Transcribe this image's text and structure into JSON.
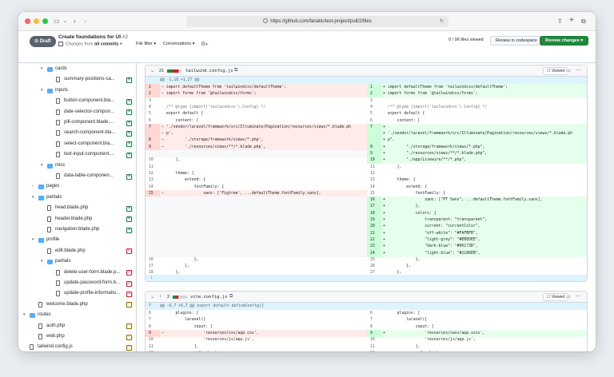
{
  "browser": {
    "url": "https://github.com/fanatic/test-project/pull/2/files"
  },
  "pr": {
    "draft_label": "Draft",
    "title": "Create foundations for UI",
    "number": "#2",
    "changes_prefix": "Changes from",
    "changes_value": "all commits",
    "file_filter": "File filter",
    "conversations": "Conversations",
    "files_viewed": "0 / 96 files viewed",
    "review_codespace": "Review in codespace",
    "review_changes": "Review changes"
  },
  "tree": [
    {
      "name": "cards",
      "type": "folder",
      "indent": 2,
      "expanded": true
    },
    {
      "name": "summary-positions-ca...",
      "type": "file",
      "indent": 3,
      "badge": "add"
    },
    {
      "name": "inputs",
      "type": "folder",
      "indent": 2,
      "expanded": true
    },
    {
      "name": "button-component.bla...",
      "type": "file",
      "indent": 3,
      "badge": "add"
    },
    {
      "name": "date-selector-compon...",
      "type": "file",
      "indent": 3,
      "badge": "add"
    },
    {
      "name": "pill-component.blade....",
      "type": "file",
      "indent": 3,
      "badge": "add"
    },
    {
      "name": "search-component.bla...",
      "type": "file",
      "indent": 3,
      "badge": "add"
    },
    {
      "name": "select-component.bla...",
      "type": "file",
      "indent": 3,
      "badge": "add"
    },
    {
      "name": "text-input-component....",
      "type": "file",
      "indent": 3,
      "badge": "add"
    },
    {
      "name": "misc",
      "type": "folder",
      "indent": 2,
      "expanded": true
    },
    {
      "name": "data-table-componen...",
      "type": "file",
      "indent": 3,
      "badge": "add"
    },
    {
      "name": "pages",
      "type": "folder",
      "indent": 1,
      "expanded": false
    },
    {
      "name": "partials",
      "type": "folder",
      "indent": 1,
      "expanded": true
    },
    {
      "name": "head.blade.php",
      "type": "file",
      "indent": 2,
      "badge": "add"
    },
    {
      "name": "header.blade.php",
      "type": "file",
      "indent": 2,
      "badge": "add"
    },
    {
      "name": "navigation.blade.php",
      "type": "file",
      "indent": 2,
      "badge": "add"
    },
    {
      "name": "profile",
      "type": "folder",
      "indent": 1,
      "expanded": true
    },
    {
      "name": "edit.blade.php",
      "type": "file",
      "indent": 2,
      "badge": "del"
    },
    {
      "name": "partials",
      "type": "folder",
      "indent": 2,
      "expanded": true
    },
    {
      "name": "delete-user-form.blade.p...",
      "type": "file",
      "indent": 3,
      "badge": "del"
    },
    {
      "name": "update-password-form.b...",
      "type": "file",
      "indent": 3,
      "badge": "del"
    },
    {
      "name": "update-profile-informatio...",
      "type": "file",
      "indent": 3,
      "badge": "del"
    },
    {
      "name": "welcome.blade.php",
      "type": "file",
      "indent": 1,
      "badge": "mod"
    },
    {
      "name": "routes",
      "type": "folder",
      "indent": 0,
      "expanded": true
    },
    {
      "name": "auth.php",
      "type": "file",
      "indent": 1,
      "badge": "mod"
    },
    {
      "name": "web.php",
      "type": "file",
      "indent": 1,
      "badge": "mod"
    },
    {
      "name": "tailwind.config.js",
      "type": "file",
      "indent": 0,
      "badge": "mod"
    },
    {
      "name": "vite.config.js",
      "type": "file",
      "indent": 0,
      "badge": "mod"
    }
  ],
  "file1": {
    "count": "21",
    "name": "tailwind.config.js",
    "viewed": "Viewed",
    "hunk": "@@ -1,18 +1,27 @@",
    "left": [
      {
        "n": "1",
        "t": "del",
        "c": "import defaultTheme from 'tailwindcss/defaultTheme';"
      },
      {
        "n": "2",
        "t": "del",
        "c": "import forms from '@tailwindcss/forms';"
      },
      {
        "n": "3",
        "t": "ctx",
        "c": ""
      },
      {
        "n": "4",
        "t": "ctx",
        "c": "/** @type {import('tailwindcss').Config} */"
      },
      {
        "n": "5",
        "t": "ctx",
        "c": "export default {"
      },
      {
        "n": "6",
        "t": "ctx",
        "c": "    content: ["
      },
      {
        "n": "7",
        "t": "del",
        "c": "'./vendor/laravel/framework/src/Illuminate/Pagination/resources/views/*.blade.ph"
      },
      {
        "n": "",
        "t": "del",
        "c": "p',"
      },
      {
        "n": "8",
        "t": "del",
        "c": "        './storage/framework/views/*.php',"
      },
      {
        "n": "9",
        "t": "del",
        "c": "        './resources/views/**/*.blade.php',"
      },
      {
        "n": "",
        "t": "empty",
        "c": ""
      },
      {
        "n": "10",
        "t": "ctx",
        "c": "    ],"
      },
      {
        "n": "11",
        "t": "ctx",
        "c": ""
      },
      {
        "n": "12",
        "t": "ctx",
        "c": "    theme: {"
      },
      {
        "n": "13",
        "t": "ctx",
        "c": "        extend: {"
      },
      {
        "n": "14",
        "t": "ctx",
        "c": "            fontFamily: {"
      },
      {
        "n": "15",
        "t": "del",
        "c": "                sans: ['Figtree', ...defaultTheme.fontFamily.sans],"
      },
      {
        "n": "",
        "t": "empty",
        "c": ""
      },
      {
        "n": "",
        "t": "empty",
        "c": ""
      },
      {
        "n": "",
        "t": "empty",
        "c": ""
      },
      {
        "n": "",
        "t": "empty",
        "c": ""
      },
      {
        "n": "",
        "t": "empty",
        "c": ""
      },
      {
        "n": "",
        "t": "empty",
        "c": ""
      },
      {
        "n": "",
        "t": "empty",
        "c": ""
      },
      {
        "n": "",
        "t": "empty",
        "c": ""
      },
      {
        "n": "",
        "t": "empty",
        "c": ""
      },
      {
        "n": "16",
        "t": "ctx",
        "c": "            },"
      },
      {
        "n": "17",
        "t": "ctx",
        "c": "        },"
      },
      {
        "n": "18",
        "t": "ctx",
        "c": "    },"
      }
    ],
    "right": [
      {
        "n": "1",
        "t": "add",
        "c": "import defaultTheme from 'tailwindcss/defaultTheme';"
      },
      {
        "n": "2",
        "t": "add",
        "c": "import forms from '@tailwindcss/forms';"
      },
      {
        "n": "3",
        "t": "ctx",
        "c": ""
      },
      {
        "n": "4",
        "t": "ctx",
        "c": "/** @type {import('tailwindcss').Config} */"
      },
      {
        "n": "5",
        "t": "ctx",
        "c": "export default {"
      },
      {
        "n": "6",
        "t": "ctx",
        "c": "    content: ["
      },
      {
        "n": "7",
        "t": "add",
        "c": ""
      },
      {
        "n": "",
        "t": "add",
        "c": "'./vendor/laravel/framework/src/Illuminate/Pagination/resources/views/*.blade.ph"
      },
      {
        "n": "",
        "t": "add",
        "c": "p\","
      },
      {
        "n": "8",
        "t": "add",
        "c": "        \"./storage/framework/views/*.php\","
      },
      {
        "n": "9",
        "t": "add",
        "c": "        \"./resources/views/**/*.blade.php\","
      },
      {
        "n": "10",
        "t": "add",
        "c": "        \"./app/Livewire/**/*.php\","
      },
      {
        "n": "11",
        "t": "ctx",
        "c": "    ],"
      },
      {
        "n": "12",
        "t": "ctx",
        "c": ""
      },
      {
        "n": "13",
        "t": "ctx",
        "c": "    theme: {"
      },
      {
        "n": "14",
        "t": "ctx",
        "c": "        extend: {"
      },
      {
        "n": "15",
        "t": "ctx",
        "c": "            fontFamily: {"
      },
      {
        "n": "16",
        "t": "add",
        "c": "                sans: [\"PT Sans\", ...defaultTheme.fontFamily.sans],"
      },
      {
        "n": "17",
        "t": "add",
        "c": "            },"
      },
      {
        "n": "18",
        "t": "add",
        "c": "            colors: {"
      },
      {
        "n": "19",
        "t": "add",
        "c": "                transparent: \"transparent\","
      },
      {
        "n": "20",
        "t": "add",
        "c": "                current: \"currentColor\","
      },
      {
        "n": "21",
        "t": "add",
        "c": "                \"off-white\": \"#FAFBFB\","
      },
      {
        "n": "22",
        "t": "add",
        "c": "                \"light-grey\": \"#EBEDEE\","
      },
      {
        "n": "23",
        "t": "add",
        "c": "                \"dark-blue\": \"#00173D\","
      },
      {
        "n": "24",
        "t": "add",
        "c": "                \"light-blue\": \"#2186EB\","
      },
      {
        "n": "25",
        "t": "ctx",
        "c": "            },"
      },
      {
        "n": "26",
        "t": "ctx",
        "c": "        },"
      },
      {
        "n": "27",
        "t": "ctx",
        "c": "    },"
      }
    ]
  },
  "file2": {
    "count": "2",
    "name": "vite.config.js",
    "viewed": "Viewed",
    "hunk_line": "7",
    "hunk": "@@ -6,7 +6,7 @@ export default defineConfig({",
    "left": [
      {
        "n": "6",
        "t": "ctx",
        "c": "    plugins: ["
      },
      {
        "n": "7",
        "t": "ctx",
        "c": "        laravel({"
      },
      {
        "n": "8",
        "t": "ctx",
        "c": "            input: ["
      },
      {
        "n": "9",
        "t": "del",
        "c": "                'resources/css/app.css',"
      },
      {
        "n": "10",
        "t": "ctx",
        "c": "                'resources/js/app.js',"
      },
      {
        "n": "11",
        "t": "ctx",
        "c": "            ],"
      },
      {
        "n": "12",
        "t": "ctx",
        "c": "            refresh: true,"
      }
    ],
    "right": [
      {
        "n": "6",
        "t": "ctx",
        "c": "    plugins: ["
      },
      {
        "n": "7",
        "t": "ctx",
        "c": "        laravel({"
      },
      {
        "n": "8",
        "t": "ctx",
        "c": "            input: ["
      },
      {
        "n": "9",
        "t": "add",
        "c": "                'resources/sass/app.scss',"
      },
      {
        "n": "10",
        "t": "ctx",
        "c": "                'resources/js/app.js',"
      },
      {
        "n": "11",
        "t": "ctx",
        "c": "            ],"
      },
      {
        "n": "12",
        "t": "ctx",
        "c": "            refresh: true,"
      }
    ]
  }
}
